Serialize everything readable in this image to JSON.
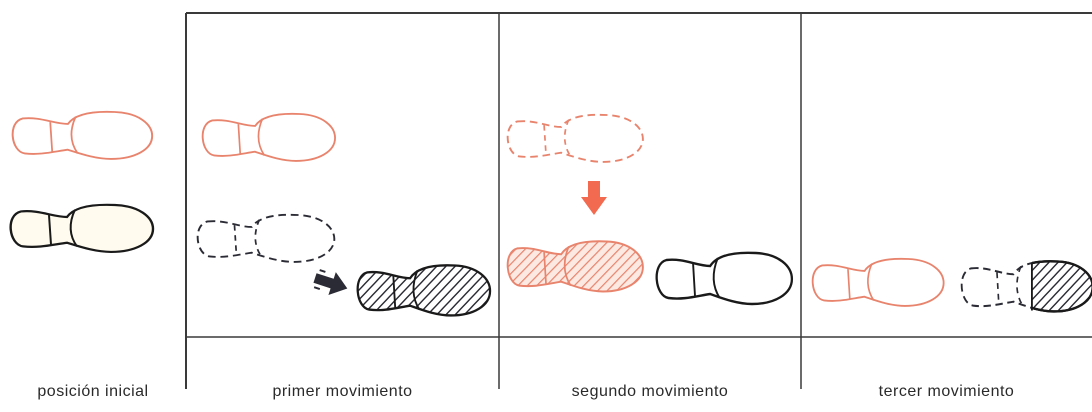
{
  "colors": {
    "salmon": "#e8846d",
    "dark": "#2b2b35",
    "black": "#1a1a1a",
    "arrow_red": "#f26a50",
    "sole_fill": "#fffcef",
    "grid": "#3a3a3a"
  },
  "captions": {
    "initial": "posición inicial",
    "first": "primer movimiento",
    "second": "segundo movimiento",
    "third": "tercer movimiento"
  },
  "panels": [
    {
      "id": "initial",
      "caption_key": "initial"
    },
    {
      "id": "first",
      "caption_key": "first"
    },
    {
      "id": "second",
      "caption_key": "second"
    },
    {
      "id": "third",
      "caption_key": "third"
    }
  ],
  "legend_icons": {
    "solid_outline": "footprint-solid-icon",
    "dashed_outline": "footprint-dashed-icon",
    "hatched": "footprint-hatched-icon",
    "arrow": "movement-arrow-icon"
  }
}
